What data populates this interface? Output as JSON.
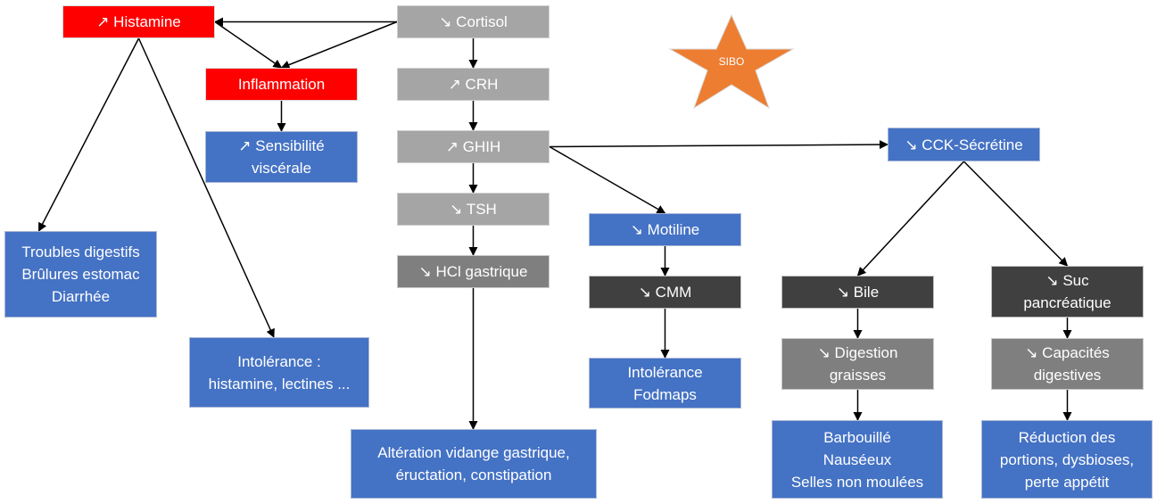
{
  "colors": {
    "red": "#ff0000",
    "blue": "#4472c4",
    "light_gray": "#a5a5a5",
    "mid_gray": "#7f7f7f",
    "dark_gray": "#404040",
    "star_orange": "#ed7d31",
    "arrow": "#000000"
  },
  "star": {
    "label": "SIBO",
    "icon": "star-shape"
  },
  "nodes": {
    "histamine": "↗ Histamine",
    "inflammation": "Inflammation",
    "sensibilite": "↗ Sensibilité\nviscérale",
    "troubles": "Troubles digestifs\nBrûlures estomac\nDiarrhée",
    "intolerance_hist": "Intolérance :\nhistamine, lectines ...",
    "cortisol": "↘ Cortisol",
    "crh": "↗ CRH",
    "ghih": "↗ GHIH",
    "tsh": "↘ TSH",
    "hcl": "↘ HCl gastrique",
    "alteration": "Altération vidange gastrique,\néructation, constipation",
    "motiline": "↘ Motiline",
    "cmm": "↘ CMM",
    "fodmaps": "Intolérance\nFodmaps",
    "cck": "↘ CCK-Sécrétine",
    "bile": "↘ Bile",
    "suc": "↘ Suc\npancréatique",
    "digestion": "↘ Digestion\ngraisses",
    "capacites": "↘ Capacités\ndigestives",
    "barbouille": "Barbouillé\nNauséeux\nSelles non moulées",
    "reduction": "Réduction des\nportions, dysbioses,\nperte appétit"
  },
  "edges": [
    [
      "cortisol",
      "histamine"
    ],
    [
      "cortisol",
      "inflammation"
    ],
    [
      "histamine",
      "inflammation"
    ],
    [
      "inflammation",
      "sensibilite"
    ],
    [
      "histamine",
      "troubles"
    ],
    [
      "histamine",
      "intolerance_hist"
    ],
    [
      "cortisol",
      "crh"
    ],
    [
      "crh",
      "ghih"
    ],
    [
      "ghih",
      "tsh"
    ],
    [
      "tsh",
      "hcl"
    ],
    [
      "hcl",
      "alteration"
    ],
    [
      "ghih",
      "motiline"
    ],
    [
      "ghih",
      "cck"
    ],
    [
      "motiline",
      "cmm"
    ],
    [
      "cmm",
      "fodmaps"
    ],
    [
      "cck",
      "bile"
    ],
    [
      "cck",
      "suc"
    ],
    [
      "bile",
      "digestion"
    ],
    [
      "suc",
      "capacites"
    ],
    [
      "digestion",
      "barbouille"
    ],
    [
      "capacites",
      "reduction"
    ]
  ]
}
